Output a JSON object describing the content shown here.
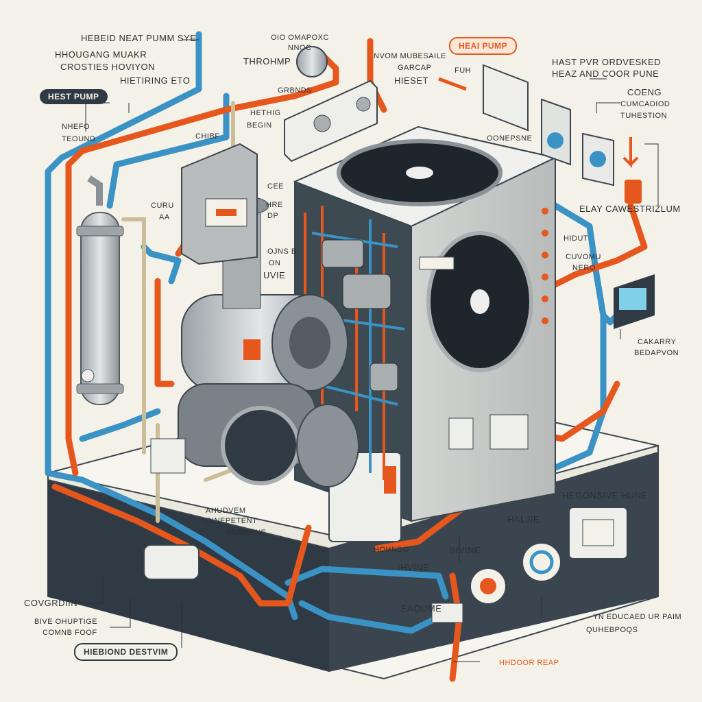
{
  "labels": {
    "top_title": "HEBEID NEAT PUMM SYE",
    "housing_1": "HHOUGANG MUAKR",
    "housing_2": "CROSTIES HOVIYON",
    "hietiring": "HIETIRING ETO",
    "throhmp": "THROHMP",
    "oio": "OIO OMAPOXC",
    "nnoc": "NNOC",
    "grbnds": "GRBNDS",
    "nvom_1": "NVOM MUBESAILE",
    "nvom_2": "GARCAP",
    "hieset": "HIESET",
    "haest_1": "HAST PVR ORDVESKED",
    "haest_2": "HEAZ AND COOR PUNE",
    "coeng": "COENG",
    "cumcadiod": "CUMCADIOD",
    "tuhestion": "TUHESTION",
    "oonepsne": "OONEPSNE",
    "nheto_1": "NHEFO",
    "nheto_2": "TEOUND",
    "hethig_1": "HETHIG",
    "hethig_2": "BEGIN",
    "chibf": "CHIBF",
    "cure": "CURU",
    "aa": "AA",
    "cece": "CEE",
    "hrep": "HRE",
    "dp": "DP",
    "ojnsb": "OJNS B",
    "on": "ON",
    "uvie": "UVIE",
    "elay_cav": "ELAY CAWESTRIZLUM",
    "hidut": "HIDUT",
    "cuvomu": "CUVOMU",
    "nero": "NERO",
    "cakarry": "CAKARRY",
    "bedapvon": "BEDAPVON",
    "hegonsvie": "HEGONSIVE HUNE",
    "haljie": "HALJIE",
    "hihvie": "IHVINE",
    "eaouye": "EAOUME",
    "hohndo": "HOHNDO",
    "ahuven": "AHUDVEM",
    "oinepetent": "OINEPETENT",
    "snamrne": "SNAMRNE",
    "covgrdiin": "COVGRDIIN",
    "bive_1": "BIVE OHUPTIGE",
    "bive_2": "COMNB FOOF",
    "yn_educaed": "YN EDUCAED UR PAIM",
    "quhebpoqs": "QUHEBPOQS",
    "hhdoor": "HHDOOR REAP",
    "fuh": "FUH"
  },
  "tags": {
    "hest_pump": "HEST PUMP",
    "heai_pump": "HEAI PUMP",
    "hibriond": "HIEBIOND DESTVIM"
  },
  "colors": {
    "hot_pipe": "#e6571e",
    "cold_pipe": "#3a93c4",
    "base": "#2f3a44",
    "background": "#f4f1e8",
    "unit_body": "#dedfdc"
  }
}
